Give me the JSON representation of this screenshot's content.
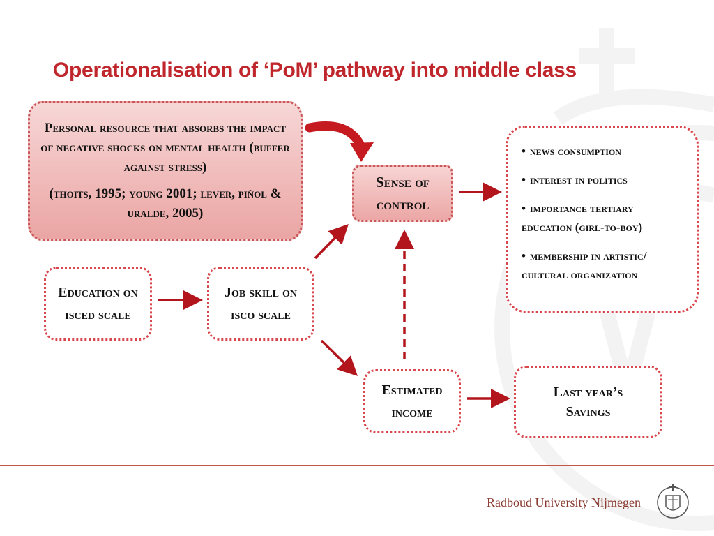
{
  "title": "Operationalisation of ‘PoM’ pathway into middle class",
  "nodes": {
    "resource": {
      "line1": "Personal resource that absorbs the impact of negative shocks on mental health (buffer against stress)",
      "line2": "(thoits, 1995;  young 2001; lever, piñol & uralde, 2005)"
    },
    "sense_of_control": "Sense of control",
    "education": "Education on isced scale",
    "job_skill": "Job skill on isco scale",
    "estimated_income": "Estimated income",
    "savings": "Last year’s Savings",
    "indicators": [
      "news consumption",
      "interest in politics",
      "importance tertiary education (girl-to-boy)",
      "membership in artistic/ cultural organization"
    ]
  },
  "footer": {
    "university": "Radboud University Nijmegen"
  },
  "colors": {
    "accent": "#c0272d",
    "border": "#d9484e",
    "divider": "#c1564b"
  }
}
